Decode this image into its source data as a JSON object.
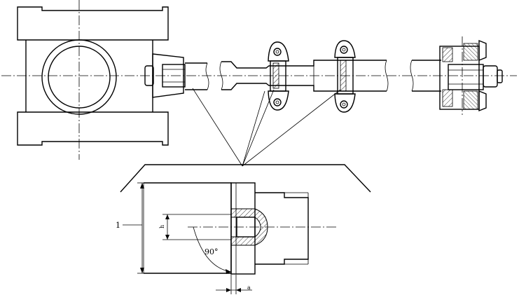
{
  "labels": {
    "callout_1": "1",
    "dim_h": "h",
    "angle": "90°",
    "dim_a": "a"
  },
  "colors": {
    "line": "#000000",
    "background": "#ffffff"
  }
}
